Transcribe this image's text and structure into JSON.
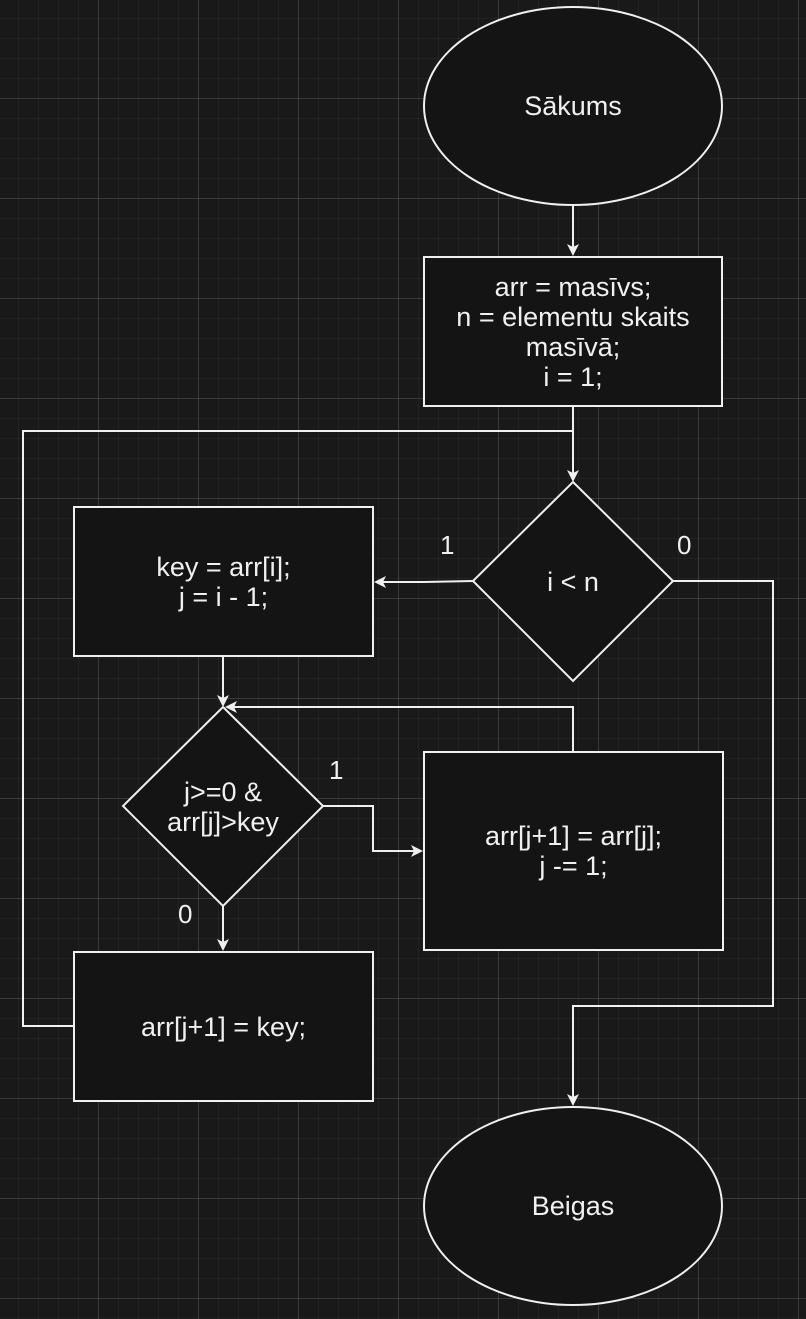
{
  "nodes": {
    "start": {
      "label": "Sākums",
      "shape": "ellipse"
    },
    "init": {
      "label": "arr = masīvs;\nn = elementu skaits\nmasīvā;\ni = 1;",
      "shape": "rect"
    },
    "outer_cond": {
      "label": "i < n",
      "shape": "diamond"
    },
    "key_assign": {
      "label": "key = arr[i];\nj = i - 1;",
      "shape": "rect"
    },
    "inner_cond": {
      "label": "j>=0 &\narr[j]>key",
      "shape": "diamond"
    },
    "shift": {
      "label": "arr[j+1] = arr[j];\nj -= 1;",
      "shape": "rect"
    },
    "insert": {
      "label": "arr[j+1] = key;",
      "shape": "rect"
    },
    "end": {
      "label": "Beigas",
      "shape": "ellipse"
    }
  },
  "edge_labels": {
    "outer_true": "1",
    "outer_false": "0",
    "inner_true": "1",
    "inner_false": "0"
  },
  "colors": {
    "background": "#191919",
    "shape_fill": "#141414",
    "stroke": "#f0f0f0",
    "text": "#f0f0f0"
  }
}
